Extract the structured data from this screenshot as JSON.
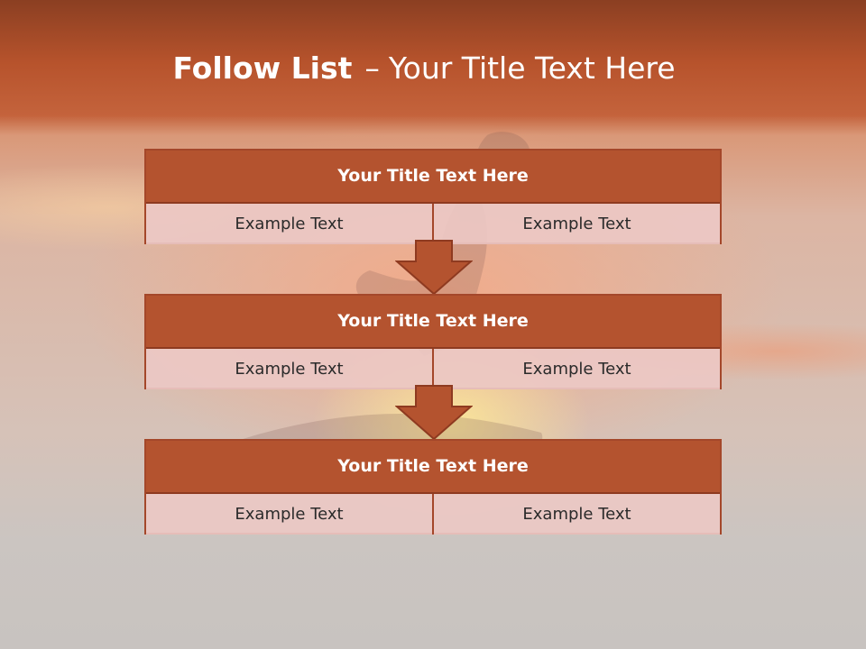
{
  "slide": {
    "title_lead": "Follow List",
    "title_sep": "–",
    "title_rest": "Your Title Text Here"
  },
  "steps": [
    {
      "title": "Your Title Text Here",
      "left": "Example Text",
      "right": "Example Text"
    },
    {
      "title": "Your Title Text Here",
      "left": "Example Text",
      "right": "Example Text"
    },
    {
      "title": "Your Title Text Here",
      "left": "Example Text",
      "right": "Example Text"
    }
  ],
  "colors": {
    "accent": "#b4532f",
    "border": "#a4472a",
    "cell": "#e9c9c3"
  }
}
